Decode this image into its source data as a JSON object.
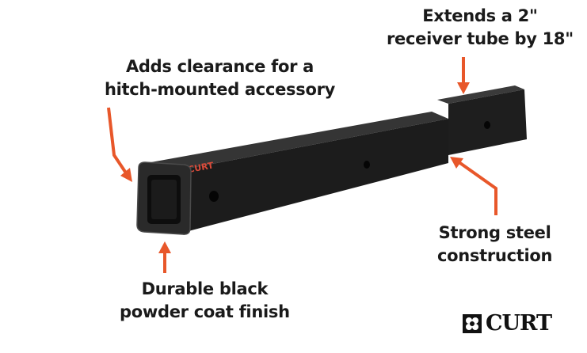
{
  "callouts": {
    "clearance": [
      "Adds clearance for a",
      "hitch-mounted accessory"
    ],
    "extends": [
      "Extends a 2\"",
      "receiver tube by 18\""
    ],
    "steel": [
      "Strong steel",
      "construction"
    ],
    "finish": [
      "Durable black",
      "powder coat finish"
    ]
  },
  "brand": {
    "logo_text": "CURT",
    "tube_print": "CURT"
  },
  "colors": {
    "arrow": "#e8572a",
    "tube": "#1c1c1c",
    "text": "#1a1a1a"
  }
}
